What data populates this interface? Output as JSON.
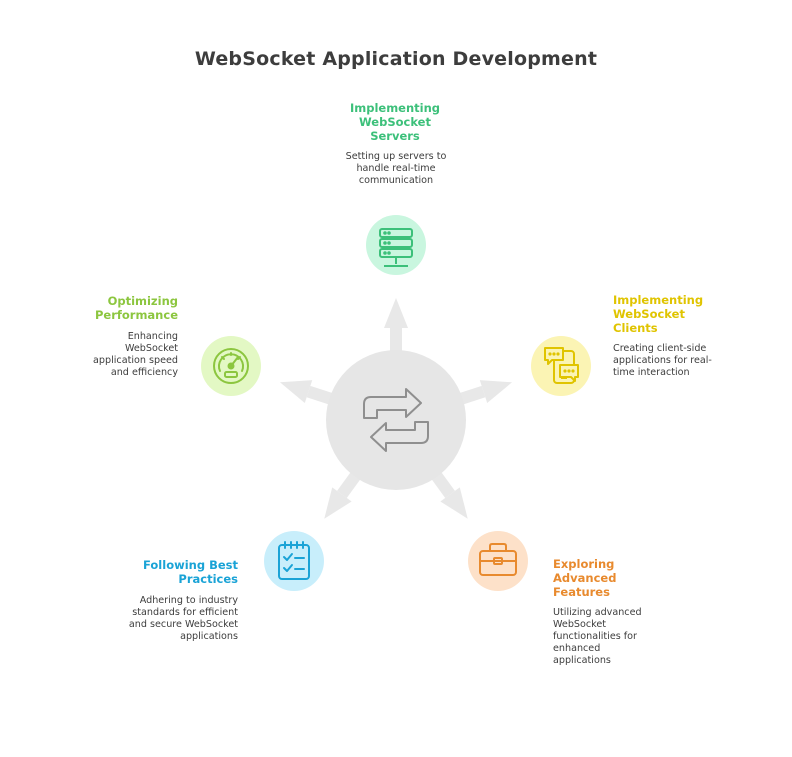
{
  "title": "WebSocket Application Development",
  "center_icon": "repeat-arrows-icon",
  "nodes": [
    {
      "key": "servers",
      "title": "Implementing WebSocket Servers",
      "description": "Setting up servers to handle real-time communication",
      "icon": "server-icon",
      "color": "#3cc07a",
      "fill": "#c9f6df"
    },
    {
      "key": "clients",
      "title": "Implementing WebSocket Clients",
      "description": "Creating client-side applications for real-time interaction",
      "icon": "mobile-chat-icon",
      "color": "#e0c400",
      "fill": "#fbf4b4"
    },
    {
      "key": "advanced",
      "title": "Exploring Advanced Features",
      "description": "Utilizing advanced WebSocket functionalities for enhanced applications",
      "icon": "briefcase-icon",
      "color": "#e88a2e",
      "fill": "#fde1c9"
    },
    {
      "key": "best-practices",
      "title": "Following Best Practices",
      "description": "Adhering to industry standards for efficient and secure WebSocket applications",
      "icon": "checklist-icon",
      "color": "#1aa3d6",
      "fill": "#c8eefb"
    },
    {
      "key": "performance",
      "title": "Optimizing Performance",
      "description": "Enhancing WebSocket application speed and efficiency",
      "icon": "speedometer-icon",
      "color": "#8cc63f",
      "fill": "#e3f8c4"
    }
  ]
}
